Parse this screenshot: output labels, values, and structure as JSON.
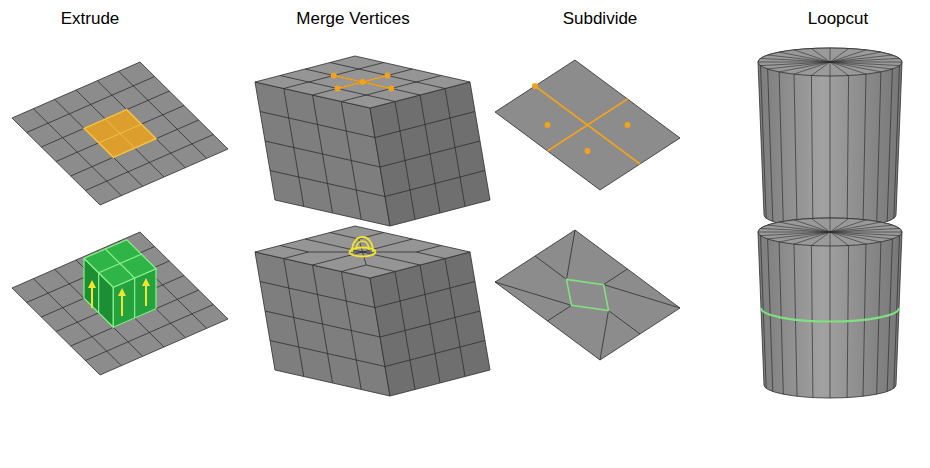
{
  "diagram": {
    "labels": [
      "Extrude",
      "Merge Vertices",
      "Subdivide",
      "Loopcut"
    ]
  }
}
